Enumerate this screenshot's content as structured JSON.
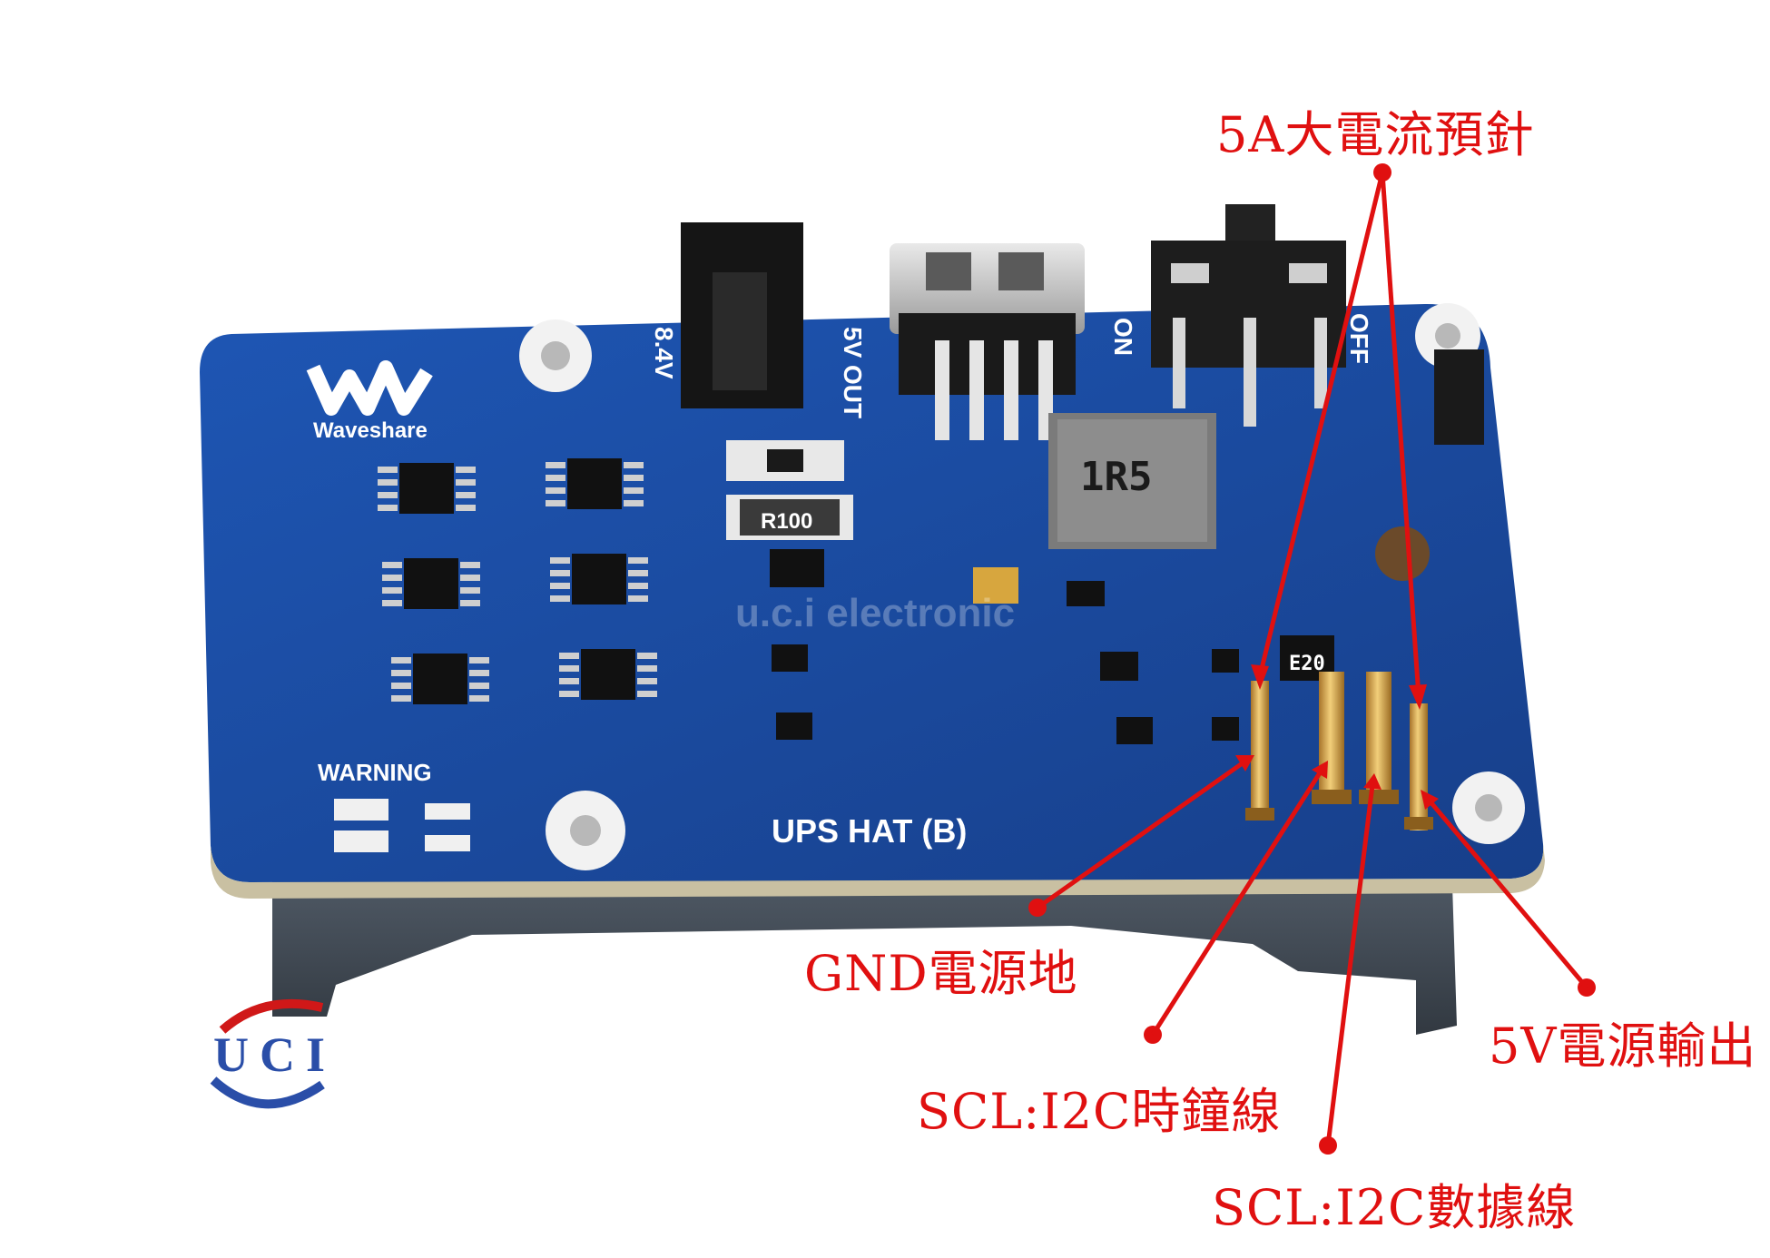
{
  "board": {
    "brand": "Waveshare",
    "model": "UPS HAT (B)",
    "warning": "WARNING",
    "input_label": "8.4V",
    "output_label": "5V OUT",
    "switch_on": "ON",
    "switch_off": "OFF",
    "inductor_marking": "1R5",
    "resistor_marking": "R100",
    "resistor2_marking": "E20",
    "watermark": "u.c.i electronic",
    "colors": {
      "pcb": "#1b4a9e",
      "pin": "#d9a441",
      "callout": "#e01010"
    }
  },
  "callouts": {
    "pogo_pins": "5A大電流預針",
    "gnd": "GND電源地",
    "scl_clock": "SCL:I2C時鐘線",
    "scl_data": "SCL:I2C數據線",
    "v5_out": "5V電源輸出"
  },
  "logo": {
    "text": "UCI"
  }
}
